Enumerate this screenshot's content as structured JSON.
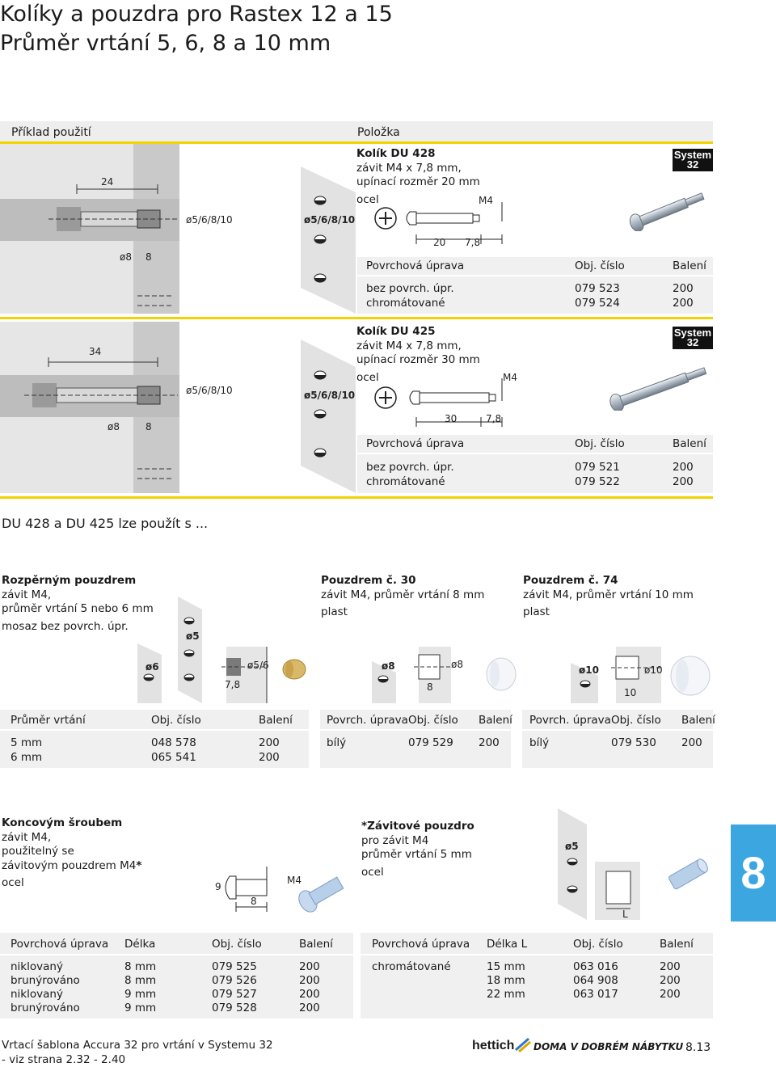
{
  "title": {
    "line1": "Kolíky a pouzdra pro Rastex 12 a 15",
    "line2": "Průměr vrtání 5, 6, 8 a 10 mm"
  },
  "header": {
    "example_label": "Příklad použití",
    "item_label": "Položka"
  },
  "products": [
    {
      "dims": {
        "width": "24",
        "dia": "ø5/6/8/10",
        "dia_bold": "ø5/6/8/10",
        "d8": "ø8",
        "n8": "8",
        "m4": "M4",
        "len": "20",
        "thread": "7,8"
      },
      "name": "Kolík DU 428",
      "desc1": "závit M4 x 7,8 mm,",
      "desc2": "upínací rozměr 20 mm",
      "material": "ocel",
      "logo": [
        "Sys",
        "tem",
        "32"
      ],
      "table": {
        "headers": [
          "Povrchová úprava",
          "Obj. číslo",
          "Balení"
        ],
        "rows": [
          {
            "finish": "bez povrch. úpr.",
            "order": "079 523",
            "pack": "200"
          },
          {
            "finish": "chromátované",
            "order": "079 524",
            "pack": "200"
          }
        ]
      }
    },
    {
      "dims": {
        "width": "34",
        "dia": "ø5/6/8/10",
        "dia_bold": "ø5/6/8/10",
        "d8": "ø8",
        "n8": "8",
        "m4": "M4",
        "len": "30",
        "thread": "7,8"
      },
      "name": "Kolík DU 425",
      "desc1": "závit M4 x 7,8 mm,",
      "desc2": "upínací rozměr 30 mm",
      "material": "ocel",
      "logo": [
        "Sys",
        "tem",
        "32"
      ],
      "table": {
        "headers": [
          "Povrchová úprava",
          "Obj. číslo",
          "Balení"
        ],
        "rows": [
          {
            "finish": "bez povrch. úpr.",
            "order": "079 521",
            "pack": "200"
          },
          {
            "finish": "chromátované",
            "order": "079 522",
            "pack": "200"
          }
        ]
      }
    }
  ],
  "usable_with": "DU 428 a DU 425 lze použít s ...",
  "sleeves": {
    "spread": {
      "title": "Rozpěrným pouzdrem",
      "desc1": "závit M4,",
      "desc2": "průměr vrtání 5 nebo 6 mm",
      "material": "mosaz bez povrch. úpr.",
      "dims": {
        "d5": "ø5",
        "d6": "ø6",
        "d56": "ø5/6",
        "len": "7,8"
      },
      "headers": [
        "Průměr vrtání",
        "Obj. číslo",
        "Balení"
      ],
      "rows": [
        {
          "dia": "5 mm",
          "order": "048 578",
          "pack": "200"
        },
        {
          "dia": "6 mm",
          "order": "065 541",
          "pack": "200"
        }
      ]
    },
    "s30": {
      "title": "Pouzdrem č. 30",
      "desc": "závit M4, průměr vrtání 8 mm",
      "material": "plast",
      "dims": {
        "d8": "ø8",
        "d8b": "ø8",
        "len": "8"
      },
      "headers": [
        "Povrch. úprava",
        "Obj. číslo",
        "Balení"
      ],
      "rows": [
        {
          "finish": "bílý",
          "order": "079 529",
          "pack": "200"
        }
      ]
    },
    "s74": {
      "title": "Pouzdrem č. 74",
      "desc": "závit M4, průměr vrtání 10 mm",
      "material": "plast",
      "dims": {
        "d10": "ø10",
        "d10b": "ø10",
        "len": "10"
      },
      "headers": [
        "Povrch. úprava",
        "Obj. číslo",
        "Balení"
      ],
      "rows": [
        {
          "finish": "bílý",
          "order": "079 530",
          "pack": "200"
        }
      ]
    }
  },
  "end_screw": {
    "title": "Koncovým šroubem",
    "desc1": "závit M4,",
    "desc2": "použitelný se",
    "desc3": "závitovým pouzdrem M4",
    "star": "*",
    "material": "ocel",
    "dims": {
      "h": "9",
      "len": "8",
      "m4": "M4"
    },
    "headers": [
      "Povrchová úprava",
      "Délka",
      "Obj. číslo",
      "Balení"
    ],
    "rows": [
      {
        "finish": "niklovaný",
        "len": "8 mm",
        "order": "079 525",
        "pack": "200"
      },
      {
        "finish": "brunýrováno",
        "len": "8 mm",
        "order": "079 526",
        "pack": "200"
      },
      {
        "finish": "niklovaný",
        "len": "9 mm",
        "order": "079 527",
        "pack": "200"
      },
      {
        "finish": "brunýrováno",
        "len": "9 mm",
        "order": "079 528",
        "pack": "200"
      }
    ]
  },
  "thread_sleeve": {
    "star": "*",
    "title": "Závitové pouzdro",
    "desc1": "pro závit M4",
    "desc2": "průměr vrtání 5 mm",
    "material": "ocel",
    "dims": {
      "d5": "ø5",
      "l": "L"
    },
    "headers": [
      "Povrchová úprava",
      "Délka L",
      "Obj. číslo",
      "Balení"
    ],
    "rows": [
      {
        "finish": "chromátované",
        "len": "15 mm",
        "order": "063 016",
        "pack": "200"
      },
      {
        "finish": "",
        "len": "18 mm",
        "order": "064 908",
        "pack": "200"
      },
      {
        "finish": "",
        "len": "22 mm",
        "order": "063 017",
        "pack": "200"
      }
    ]
  },
  "chapter_tab": "8",
  "footer": {
    "note1": "Vrtací šablona Accura 32 pro vrtání v Systemu 32",
    "note2": "- viz strana 2.32 - 2.40",
    "brand": "hettich",
    "slogan": "DOMA V DOBRÉM NÁBYTKU",
    "page": "8.13"
  },
  "colors": {
    "accent": "#f2d200",
    "tab": "#3ba6df",
    "shade": "#f0f0f0"
  }
}
